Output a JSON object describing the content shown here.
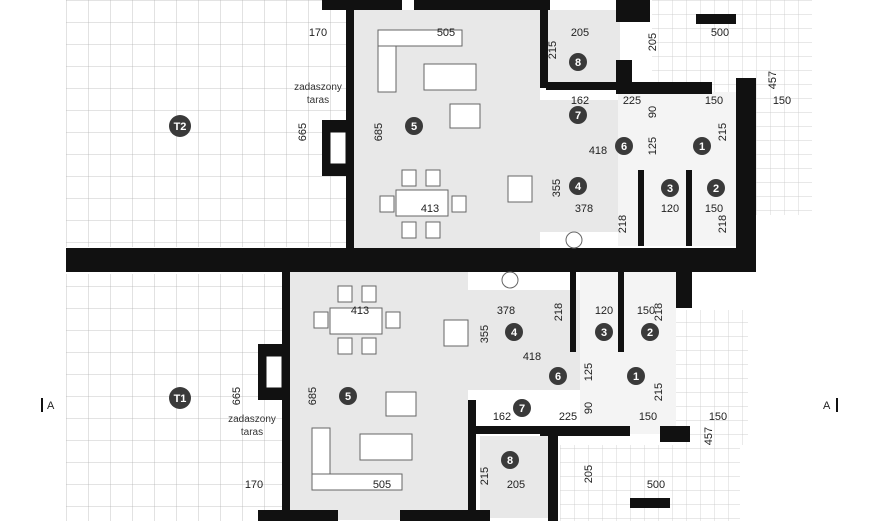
{
  "terraces": {
    "t2": "T2",
    "t1": "T1",
    "covered_line1": "zadaszony",
    "covered_line2": "taras"
  },
  "section_marks": {
    "left": "A",
    "right": "A"
  },
  "upper_unit": {
    "rooms": [
      "1",
      "2",
      "3",
      "4",
      "5",
      "6",
      "7",
      "8"
    ],
    "dims": [
      "170",
      "505",
      "205",
      "205",
      "500",
      "215",
      "457",
      "150",
      "162",
      "225",
      "150",
      "90",
      "215",
      "418",
      "125",
      "665",
      "685",
      "355",
      "378",
      "413",
      "120",
      "150",
      "218",
      "218"
    ]
  },
  "lower_unit": {
    "rooms": [
      "1",
      "2",
      "3",
      "4",
      "5",
      "6",
      "7",
      "8"
    ],
    "dims": [
      "413",
      "378",
      "218",
      "120",
      "150",
      "218",
      "685",
      "665",
      "355",
      "418",
      "125",
      "215",
      "150",
      "162",
      "225",
      "90",
      "150",
      "457",
      "215",
      "205",
      "205",
      "500",
      "170",
      "505"
    ]
  },
  "colors": {
    "wall": "#111111",
    "room_fill": "#e8e8e8",
    "terrace_grid": "#b5b5b5",
    "badge": "#3a3a3a"
  }
}
